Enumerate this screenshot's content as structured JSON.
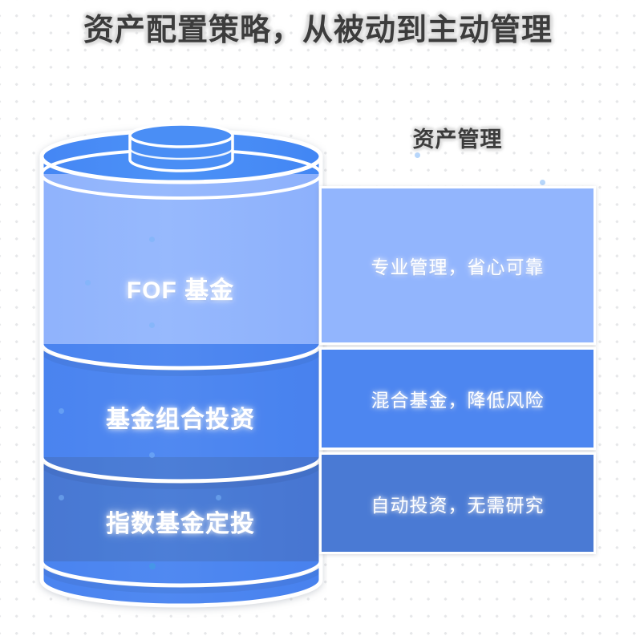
{
  "title": "资产配置策略，从被动到主动管理",
  "column": {
    "header": "资产管理"
  },
  "colors": {
    "page_background": "#ffffff",
    "dot_grid": "#e6e7e9",
    "title_text": "#3c3c3c",
    "title_glow": "#dcdcdc",
    "tier_light": "#92b5fd",
    "tier_medium": "#4d86f0",
    "tier_dark": "#4a7ad4",
    "cylinder_cap": "#4a8ef5",
    "cylinder_rim": "#3f82f3",
    "cylinder_base": "#4d86f0",
    "outline": "#ffffff",
    "label_text": "#ffffff"
  },
  "tiers": [
    {
      "id": "fof",
      "label": "FOF 基金",
      "benefit": "专业管理，省心可靠",
      "color": "#92b5fd"
    },
    {
      "id": "fund-portfolio",
      "label": "基金组合投资",
      "benefit": "混合基金，降低风险",
      "color": "#4d86f0"
    },
    {
      "id": "index-fund-aip",
      "label": "指数基金定投",
      "benefit": "自动投资，无需研究",
      "color": "#4a7ad4"
    }
  ],
  "icons": {
    "cylinder": "stacked-cylinder-diagram",
    "lid": "cylinder-lid"
  }
}
